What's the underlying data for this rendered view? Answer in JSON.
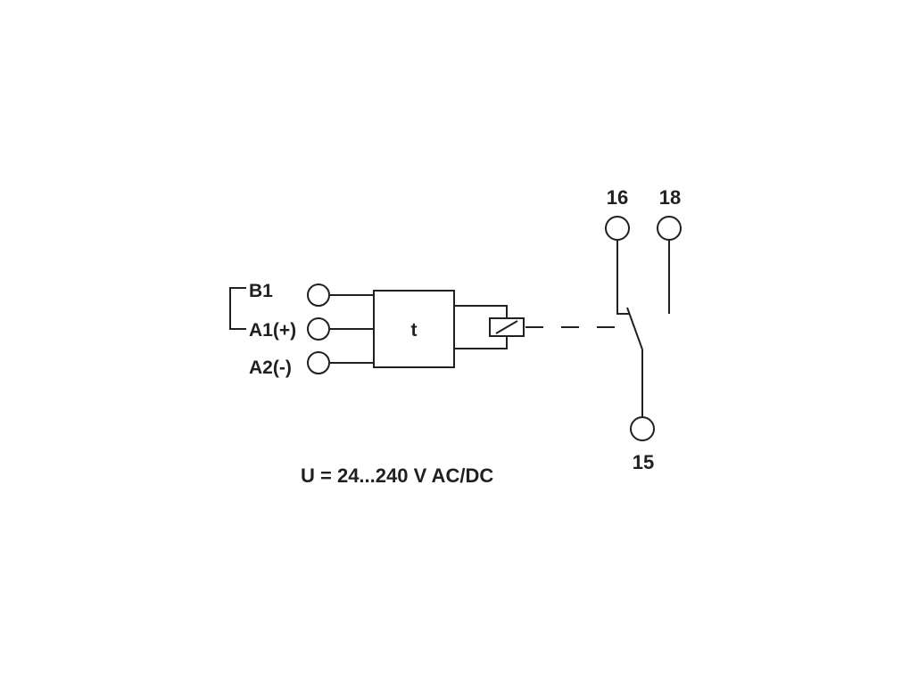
{
  "terminals": {
    "b1": "B1",
    "a1": "A1(+)",
    "a2": "A2(-)",
    "t16": "16",
    "t18": "18",
    "t15": "15"
  },
  "timer_block": {
    "label": "t"
  },
  "supply": {
    "label": "U = 24...240 V AC/DC"
  }
}
